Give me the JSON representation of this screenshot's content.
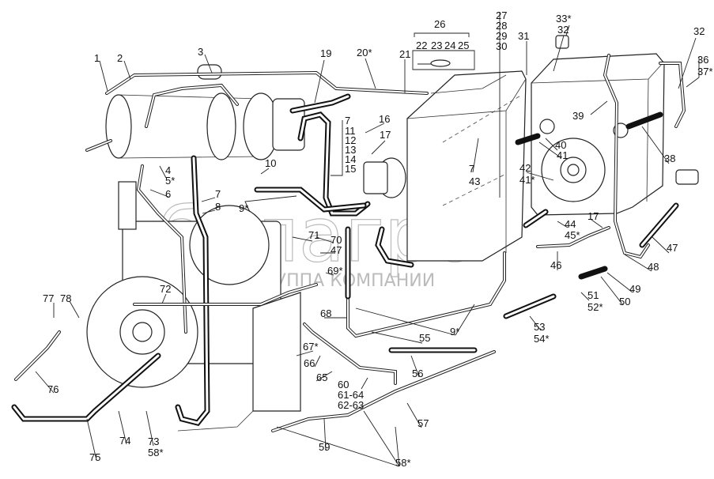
{
  "watermark": {
    "brand": "белагро",
    "subtitle": "ГРУППА КОМПАНИИ"
  },
  "callouts": [
    "1",
    "2",
    "3",
    "19",
    "20*",
    "26",
    "22",
    "23",
    "24",
    "25",
    "21",
    "27",
    "28",
    "29",
    "30",
    "31",
    "32",
    "33*",
    "32",
    "36",
    "37*",
    "39",
    "38",
    "7",
    "11",
    "12",
    "13",
    "14",
    "15",
    "16",
    "17",
    "10",
    "4",
    "5*",
    "6",
    "7",
    "8",
    "9*",
    "40",
    "41",
    "42",
    "41*",
    "7",
    "43",
    "44",
    "45*",
    "17",
    "47",
    "48",
    "46",
    "49",
    "50",
    "51",
    "52*",
    "53",
    "54*",
    "71",
    "70",
    "47",
    "69*",
    "72",
    "68",
    "55",
    "9*",
    "56",
    "57",
    "58*",
    "59",
    "60",
    "61-64",
    "62-63",
    "65",
    "66",
    "67*",
    "73",
    "58*",
    "74",
    "75",
    "76",
    "77",
    "78"
  ]
}
